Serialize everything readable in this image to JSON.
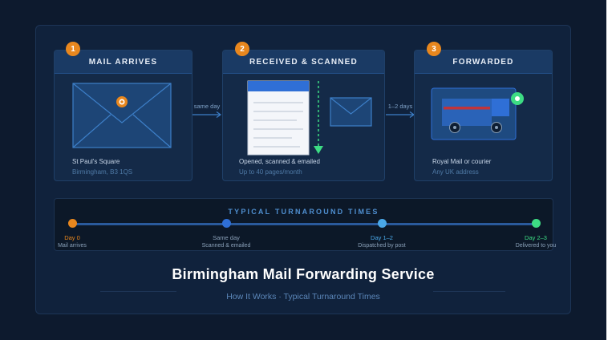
{
  "steps": [
    {
      "number": "1",
      "title": "MAIL ARRIVES",
      "line1": "St Paul's Square",
      "line2": "Birmingham, B3 1QS",
      "icon": "envelope-icon"
    },
    {
      "number": "2",
      "title": "RECEIVED & SCANNED",
      "line1": "Opened, scanned & emailed",
      "line2": "Up to 40 pages/month",
      "icon": "document-scan-icon"
    },
    {
      "number": "3",
      "title": "FORWARDED",
      "line1": "Royal Mail or courier",
      "line2": "Any UK address",
      "icon": "delivery-van-icon"
    }
  ],
  "connectors": [
    {
      "label": "same day"
    },
    {
      "label": "1–2 days"
    }
  ],
  "timeline": {
    "title": "TYPICAL TURNAROUND TIMES",
    "milestones": [
      {
        "day": "Day 0",
        "desc": "Mail arrives",
        "color": "#e8871e"
      },
      {
        "day": "Same day",
        "desc": "Scanned & emailed",
        "color": "#2f6fd6"
      },
      {
        "day": "Day 1–2",
        "desc": "Dispatched by post",
        "color": "#4aa8e8"
      },
      {
        "day": "Day 2–3",
        "desc": "Delivered to you",
        "color": "#3ddc84"
      }
    ]
  },
  "footer": {
    "title": "Birmingham Mail Forwarding Service",
    "subtitle": "How It Works · Typical Turnaround Times"
  },
  "colors": {
    "background": "#0d1a2e",
    "accent_orange": "#e8871e",
    "accent_green": "#3ddc84",
    "accent_blue": "#2f6fd6"
  }
}
